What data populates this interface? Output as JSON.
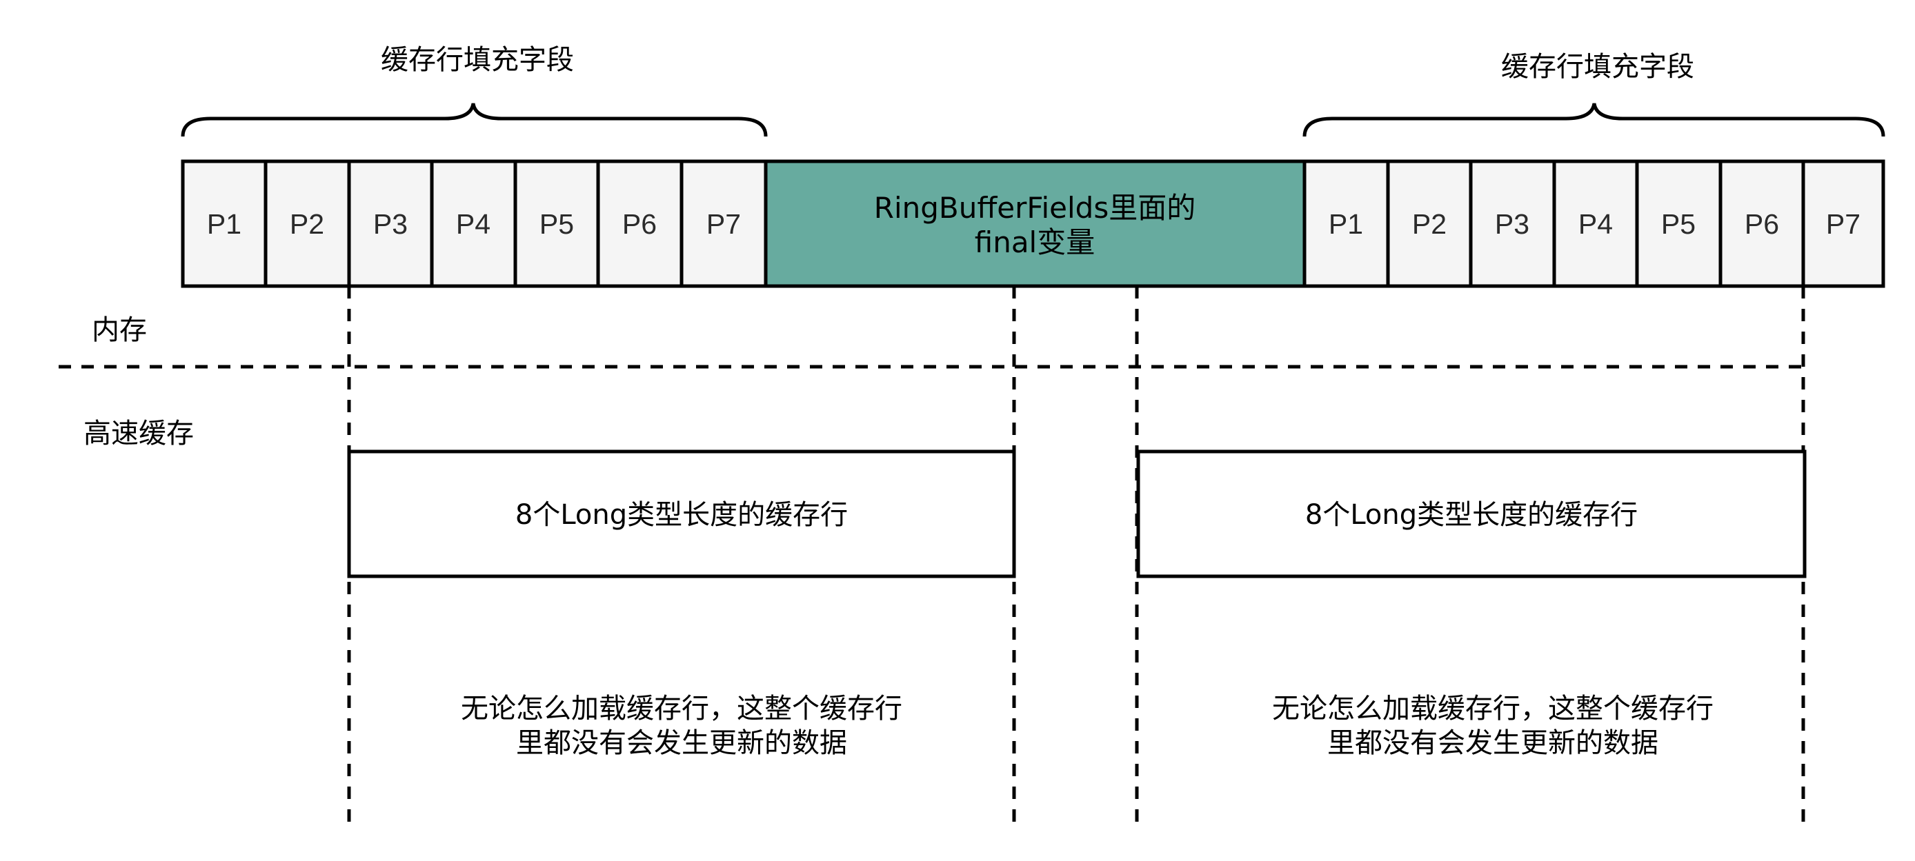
{
  "brace_labels": {
    "left": "缓存行填充字段",
    "right": "缓存行填充字段"
  },
  "left_padding_cells": [
    "P1",
    "P2",
    "P3",
    "P4",
    "P5",
    "P6",
    "P7"
  ],
  "right_padding_cells": [
    "P1",
    "P2",
    "P3",
    "P4",
    "P5",
    "P6",
    "P7"
  ],
  "center_field": {
    "line1": "RingBufferFields里面的",
    "line2": "final变量"
  },
  "layer_labels": {
    "memory": "内存",
    "cache": "高速缓存"
  },
  "cache_lines": {
    "left": "8个Long类型长度的缓存行",
    "right": "8个Long类型长度的缓存行"
  },
  "notes": {
    "left_line1": "无论怎么加载缓存行，这整个缓存行",
    "left_line2": "里都没有会发生更新的数据",
    "right_line1": "无论怎么加载缓存行，这整个缓存行",
    "right_line2": "里都没有会发生更新的数据"
  },
  "colors": {
    "padding_fill": "#f5f5f5",
    "center_fill": "#67ab9f",
    "stroke": "#000000"
  }
}
